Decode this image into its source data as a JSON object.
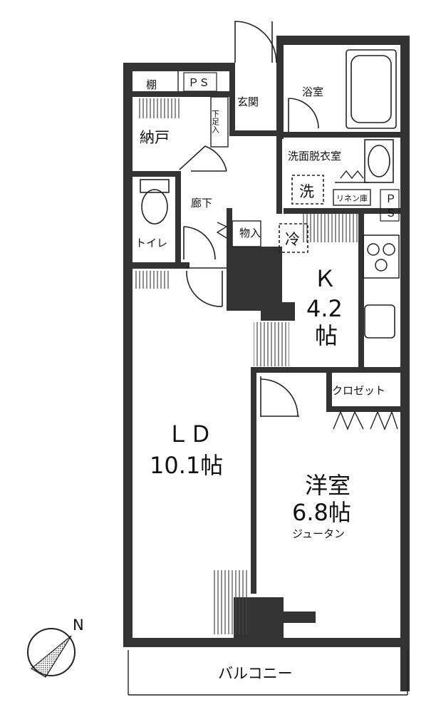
{
  "rooms": {
    "ld": {
      "name": "ＬＤ",
      "size": "10.1帖"
    },
    "kitchen": {
      "name": "Ｋ",
      "size_line1": "4.2",
      "size_line2": "帖"
    },
    "western": {
      "name": "洋室",
      "size": "6.8帖",
      "floor": "ジュータン"
    },
    "storage_room": "納戸",
    "shelf": "棚",
    "entrance": "玄関",
    "bath": "浴室",
    "washroom": "洗面脱衣室",
    "toilet": "トイレ",
    "hallway": "廊下",
    "storage": "物入",
    "shoe_box": "下足入",
    "closet": "クロゼット",
    "linen": "リネン庫",
    "balcony": "バルコニー"
  },
  "fixtures": {
    "ps1": "ＰＳ",
    "ps2_top": "Ｐ",
    "ps2_bottom": "Ｓ",
    "washer": "洗",
    "fridge": "冷"
  },
  "compass": {
    "label": "N"
  }
}
